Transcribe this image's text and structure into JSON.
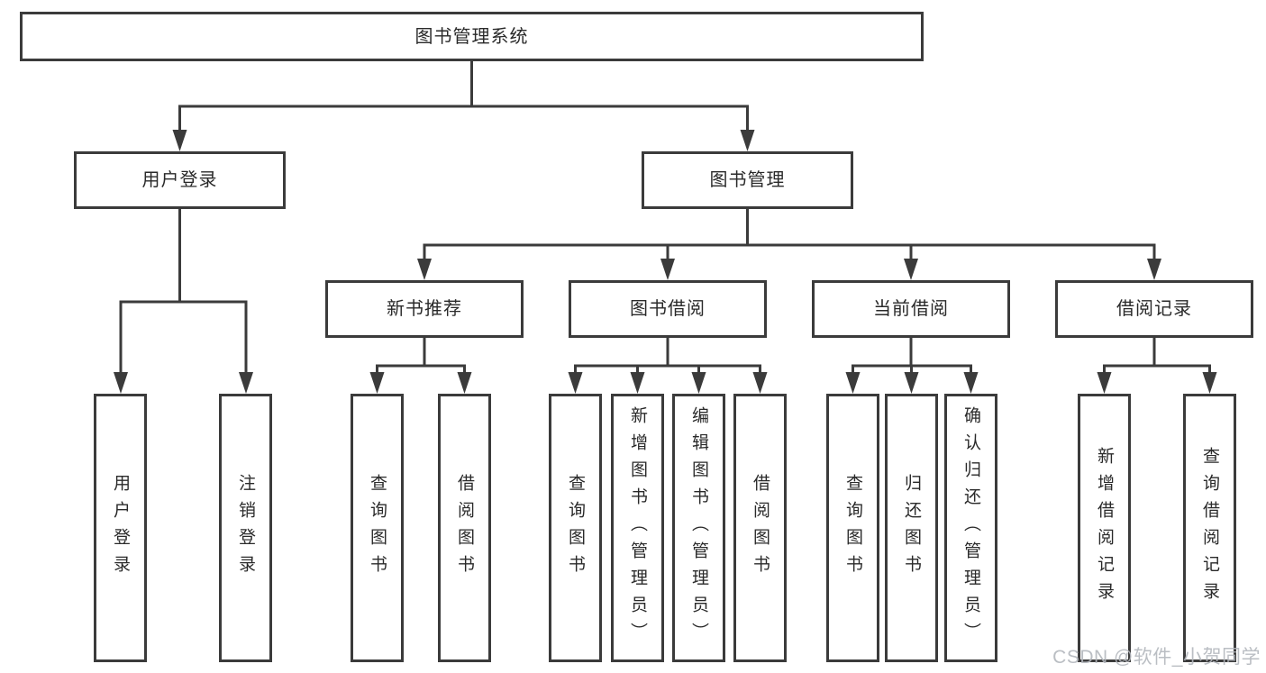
{
  "diagram": {
    "title": "图书管理系统",
    "root": {
      "label": "图书管理系统"
    },
    "level2": {
      "user_login": {
        "label": "用户登录"
      },
      "book_mgmt": {
        "label": "图书管理"
      }
    },
    "level3": {
      "new_book_recommend": {
        "label": "新书推荐"
      },
      "book_borrow": {
        "label": "图书借阅"
      },
      "current_borrow": {
        "label": "当前借阅"
      },
      "borrow_records": {
        "label": "借阅记录"
      }
    },
    "leaves": {
      "login": [
        "用户登录",
        "注销登录"
      ],
      "recommend": [
        "查询图书",
        "借阅图书"
      ],
      "borrow": [
        "查询图书",
        "新增图书（管理员）",
        "编辑图书（管理员）",
        "借阅图书"
      ],
      "current": [
        "查询图书",
        "归还图书",
        "确认归还（管理员）"
      ],
      "records": [
        "新增借阅记录",
        "查询借阅记录"
      ]
    }
  },
  "watermark": "CSDN @软件_小贺同学",
  "colors": {
    "line": "#3b3b3b",
    "text": "#2a2a2a",
    "watermark": "#b3b7bd",
    "background": "#ffffff"
  }
}
